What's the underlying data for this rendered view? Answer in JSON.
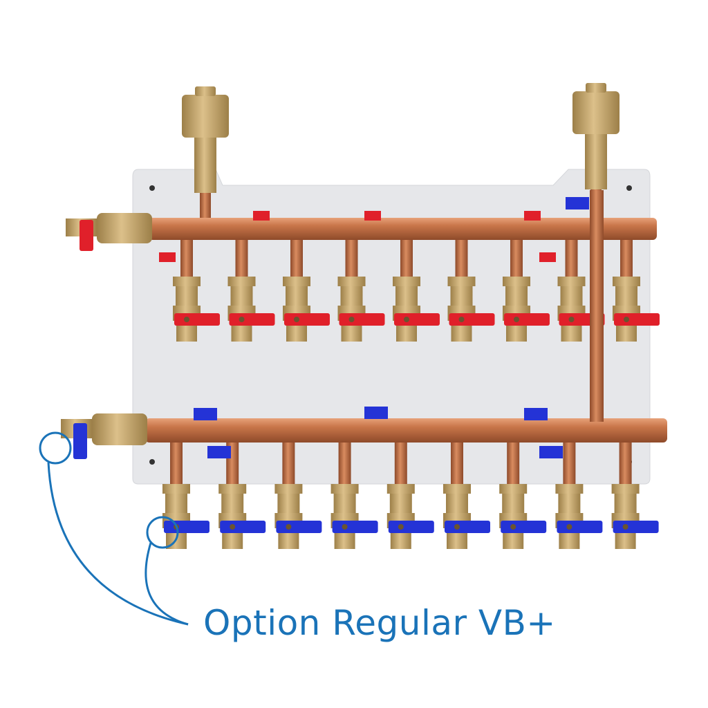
{
  "callout": {
    "label": "Option Regular VB+",
    "color": "#1a73b8"
  },
  "manifold": {
    "supply_outlets": 9,
    "return_outlets": 9,
    "supply_handle_color": "#e0202a",
    "return_handle_color": "#2433d6",
    "copper_color": "#c9764a",
    "brass_color": "#c8a56a",
    "plate_color": "#e6e7ea"
  }
}
